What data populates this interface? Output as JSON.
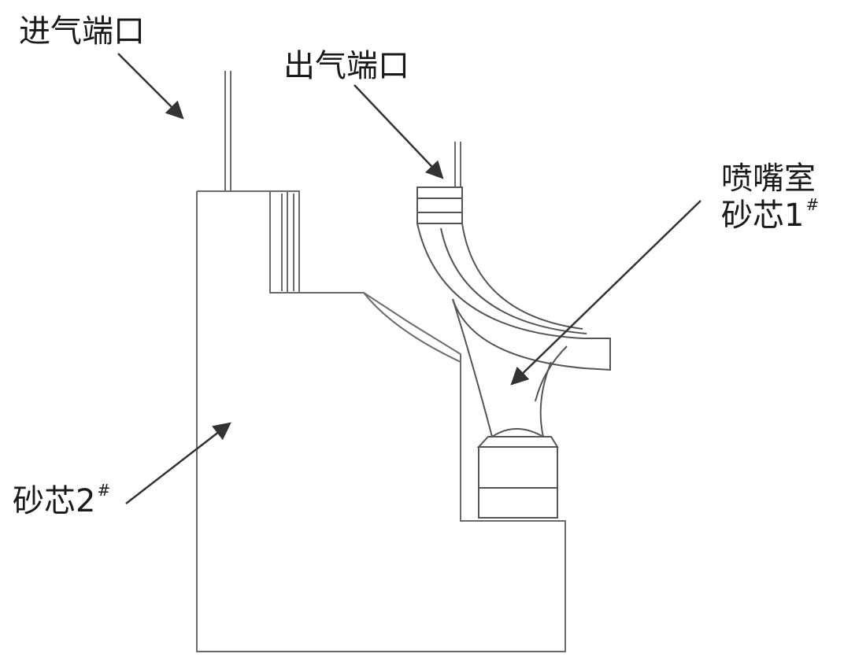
{
  "labels": {
    "inlet_port": "进气端口",
    "outlet_port": "出气端口",
    "nozzle_chamber_line1": "喷嘴室",
    "nozzle_chamber_line2": "砂芯1",
    "nozzle_chamber_mark": "#",
    "sand_core_2": "砂芯2",
    "sand_core_2_mark": "#"
  },
  "colors": {
    "outline": "#6b6b6b",
    "arrow": "#333333",
    "text": "#1a1a1a",
    "background": "#ffffff"
  }
}
